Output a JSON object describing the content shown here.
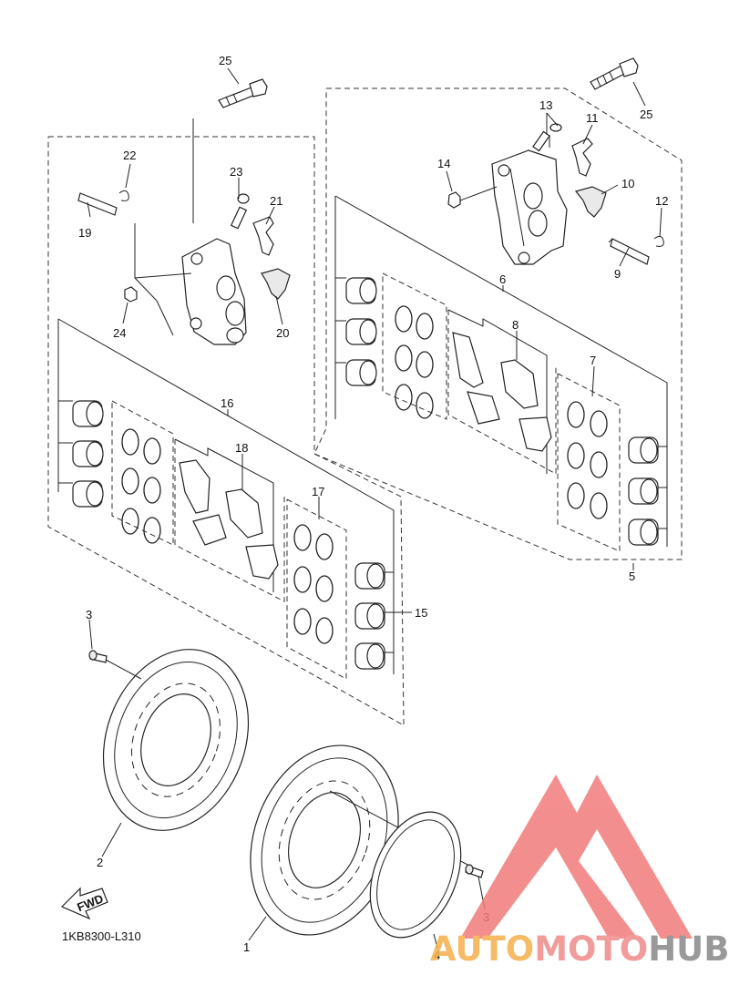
{
  "diagram": {
    "code": "1KB8300-L310",
    "fwd_label": "FWD",
    "callouts": {
      "c1": "1",
      "c2": "2",
      "c3a": "3",
      "c3b": "3",
      "c4": "4",
      "c5": "5",
      "c6": "6",
      "c7": "7",
      "c8": "8",
      "c9": "9",
      "c10": "10",
      "c11": "11",
      "c12": "12",
      "c13": "13",
      "c14": "14",
      "c15": "15",
      "c16": "16",
      "c17": "17",
      "c18": "18",
      "c19": "19",
      "c20": "20",
      "c21": "21",
      "c22": "22",
      "c23": "23",
      "c24": "24",
      "c25a": "25",
      "c25b": "25"
    }
  },
  "watermark": {
    "auto": "AUTO",
    "moto": "MOTO",
    "hub": "HUB",
    "colors": {
      "logo": "#f27b7b",
      "auto": "#f5b04a",
      "moto": "#f08a8a",
      "hub": "#888888"
    }
  }
}
